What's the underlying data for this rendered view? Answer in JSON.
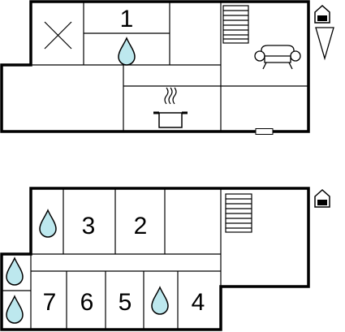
{
  "floors": [
    {
      "name": "upper-floor",
      "room_labels": [
        "1"
      ],
      "icons": [
        "water-drop-icon",
        "stairs-icon",
        "sofa-icon",
        "cooking-pot-icon",
        "x-mark-icon",
        "entrance-house-icon",
        "north-arrow-icon",
        "door-icon"
      ]
    },
    {
      "name": "lower-floor",
      "room_labels": [
        "3",
        "2",
        "7",
        "6",
        "5",
        "4"
      ],
      "icons": [
        "water-drop-icon",
        "water-drop-icon",
        "water-drop-icon",
        "water-drop-icon",
        "stairs-icon",
        "entrance-house-icon"
      ]
    }
  ],
  "colors": {
    "water": "#bde8ee",
    "wall": "#000000",
    "background": "#ffffff"
  }
}
